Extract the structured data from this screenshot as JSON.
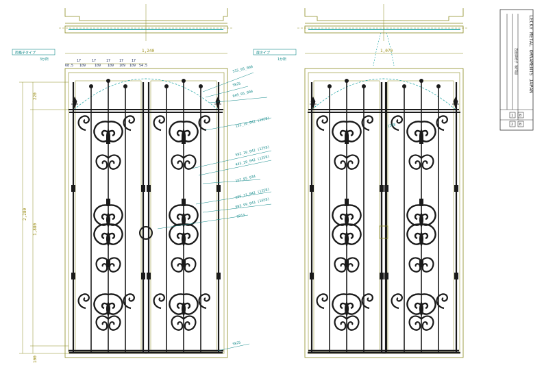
{
  "labels": {
    "left_type": "両格子タイプ",
    "left_qty": "3か所",
    "right_type": "扉タイプ",
    "right_qty": "1か所"
  },
  "dimensions": {
    "overall_width": "1,240",
    "right_width": "1,070",
    "segments": [
      "68.5",
      "109",
      "109",
      "109",
      "109",
      "109",
      "54.5"
    ],
    "segment_marks": [
      "17",
      "17",
      "17",
      "17",
      "17"
    ],
    "height_total": "2,280",
    "height_middle": "1,880",
    "height_top": "220",
    "height_bottom": "100"
  },
  "callouts": [
    "515_05_000",
    "SK25",
    "049_05_000",
    "132_10_042 (12S8)",
    "592_20_042 (12S8)",
    "443_20_042 (12S8)",
    "167_05_034",
    "266_31_042 (12S8)",
    "993_99_043 (16S8)",
    "SR13",
    "SK25"
  ],
  "right_callout": "12S8",
  "title_block": {
    "company": "LECKY METAL ORNAMENTS JAPAN",
    "project": "吉田邸格子 製作図",
    "cells": [
      "1",
      "B",
      "2",
      "B"
    ]
  },
  "colors": {
    "frame": "#8a8a1e",
    "iron": "#1a1a1a",
    "accent": "#12a0a0",
    "note": "#128a8a"
  }
}
